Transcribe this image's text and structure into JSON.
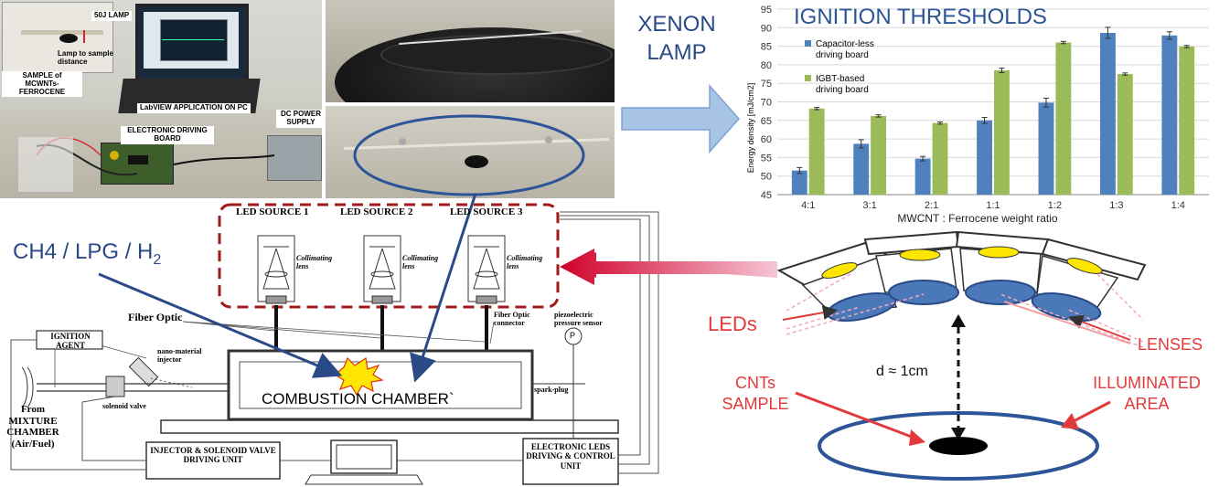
{
  "photos": {
    "lab": {
      "labels": {
        "lamp": "50J LAMP",
        "distance": "Lamp to sample distance",
        "sample": "SAMPLE of MCWNTs-FERROCENE",
        "labview": "LabVIEW APPLICATION ON PC",
        "board": "ELECTRONIC DRIVING BOARD",
        "supply": "DC POWER SUPPLY"
      }
    }
  },
  "xenon_label": "XENON LAMP",
  "ignition_title": "IGNITION THRESHOLDS",
  "fuel_label": "CH4 / LPG / H",
  "fuel_sub": "2",
  "chart_data": {
    "type": "bar",
    "title": "IGNITION THRESHOLDS",
    "xlabel": "MWCNT : Ferrocene weight ratio",
    "ylabel": "Energy density [mJ/cm2]",
    "ylim": [
      45,
      95
    ],
    "yticks": [
      45,
      50,
      55,
      60,
      65,
      70,
      75,
      80,
      85,
      90,
      95
    ],
    "categories": [
      "4:1",
      "3:1",
      "2:1",
      "1:1",
      "1:2",
      "1:3",
      "1:4"
    ],
    "grid": true,
    "legend_position": "top-left",
    "series": [
      {
        "name": "Capacitor-less driving board",
        "color": "#4f81bd",
        "values": [
          51.5,
          58.7,
          54.7,
          65.0,
          69.8,
          88.6,
          87.9
        ],
        "errors": [
          0.8,
          1.1,
          0.6,
          0.8,
          1.2,
          1.5,
          1.0
        ]
      },
      {
        "name": "IGBT-based driving board",
        "color": "#9bbb59",
        "values": [
          68.2,
          66.2,
          64.3,
          78.5,
          86.0,
          77.5,
          84.9
        ],
        "errors": [
          0.3,
          0.3,
          0.3,
          0.6,
          0.3,
          0.3,
          0.3
        ]
      }
    ]
  },
  "leds": {
    "sources": [
      "LED SOURCE 1",
      "LED SOURCE 2",
      "LED SOURCE 3"
    ],
    "lens_label": "Collimating lens"
  },
  "schematic": {
    "fiber_optic": "Fiber Optic",
    "fiber_connector": "Fiber Optic connector",
    "pressure_sensor": "piezoelectric pressure sensor",
    "pressure_symbol": "P",
    "ignition_agent": "IGNITION AGENT",
    "injector": "nano-material injector",
    "solenoid": "solenoid valve",
    "from_line1": "From",
    "from_line2": "MIXTURE",
    "from_line3": "CHAMBER",
    "from_line4": "(Air/Fuel)",
    "chamber": "COMBUSTION CHAMBER`",
    "spark_plug": "spark-plug",
    "injector_unit": "INJECTOR & SOLENOID VALVE DRIVING UNIT",
    "led_unit": "ELECTRONIC LEDS DRIVING & CONTROL UNIT"
  },
  "right_diagram": {
    "leds": "LEDs",
    "lenses": "LENSES",
    "distance": "d ≈ 1cm",
    "cnts_line1": "CNTs",
    "cnts_line2": "SAMPLE",
    "area_line1": "ILLUMINATED",
    "area_line2": "AREA"
  }
}
